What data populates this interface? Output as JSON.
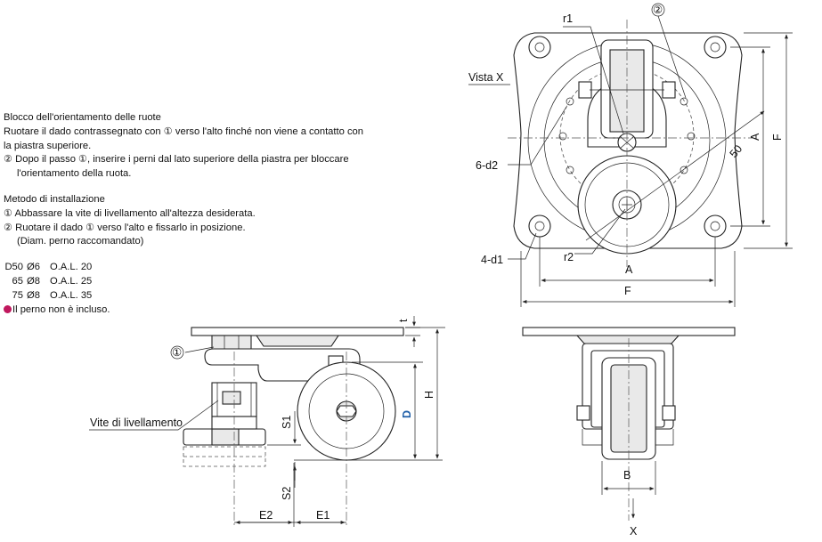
{
  "notes": {
    "orient_title": "Blocco dell'orientamento delle ruote",
    "orient_line1": "Ruotare il dado contrassegnato con ① verso l'alto finché non viene a contatto con",
    "orient_line2": "la piastra superiore.",
    "orient_line3": "② Dopo il passo ①, inserire i perni dal lato superiore della piastra per bloccare",
    "orient_line4": "l'orientamento della ruota.",
    "install_title": "Metodo di installazione",
    "install_line1": "① Abbassare la vite di livellamento all'altezza desiderata.",
    "install_line2": "② Ruotare il dado ① verso l'alto e fissarlo in posizione.",
    "install_line3": "(Diam. perno raccomandato)",
    "pin_table": [
      {
        "size": "D50",
        "dia": "Ø6",
        "oal": "O.A.L. 20"
      },
      {
        "size": "65",
        "dia": "Ø8",
        "oal": "O.A.L. 25"
      },
      {
        "size": "75",
        "dia": "Ø8",
        "oal": "O.A.L. 35"
      }
    ],
    "pin_note": "Il perno non è incluso."
  },
  "labels": {
    "vista_x": "Vista X",
    "r1": "r1",
    "r2": "r2",
    "circ2": "②",
    "d2": "6-d2",
    "d1": "4-d1",
    "dim_A": "A",
    "dim_F": "F",
    "dim_50": "50",
    "side_circ1": "①",
    "leveling": "Vite di livellamento",
    "dim_t": "t",
    "dim_H": "H",
    "dim_D": "D",
    "dim_S1": "S1",
    "dim_S2": "S2",
    "dim_E2": "E2",
    "dim_E1": "E1",
    "dim_B": "B",
    "view_X": "X"
  },
  "colors": {
    "accent_D": "#1f5fa8",
    "pin_icon": "#c0185e"
  }
}
